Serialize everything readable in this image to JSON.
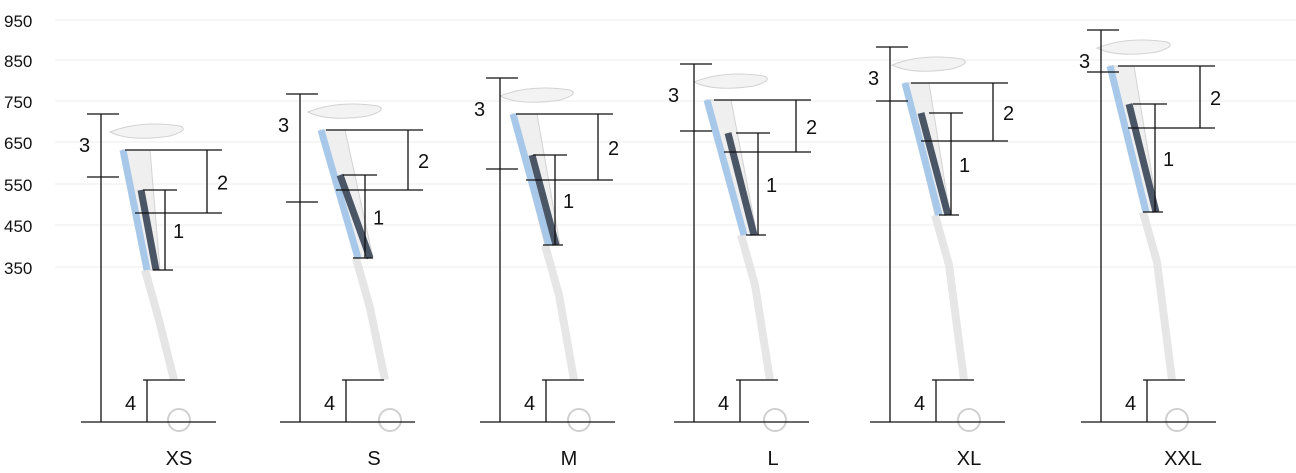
{
  "y_axis": {
    "ticks": [
      "950",
      "850",
      "750",
      "650",
      "550",
      "450",
      "350"
    ]
  },
  "frames": [
    {
      "size": "XS",
      "dim_labels": [
        "1",
        "2",
        "3",
        "4"
      ]
    },
    {
      "size": "S",
      "dim_labels": [
        "1",
        "2",
        "3",
        "4"
      ]
    },
    {
      "size": "M",
      "dim_labels": [
        "1",
        "2",
        "3",
        "4"
      ]
    },
    {
      "size": "L",
      "dim_labels": [
        "1",
        "2",
        "3",
        "4"
      ]
    },
    {
      "size": "XL",
      "dim_labels": [
        "1",
        "2",
        "3",
        "4"
      ]
    },
    {
      "size": "XXL",
      "dim_labels": [
        "1",
        "2",
        "3",
        "4"
      ]
    }
  ],
  "colors": {
    "dimension": "#111111",
    "seatpost_exposed": "#a8c8ea",
    "seatpost_inserted": "#4a5566",
    "tube": "#d9d9d9",
    "gridline": "#ececec"
  }
}
